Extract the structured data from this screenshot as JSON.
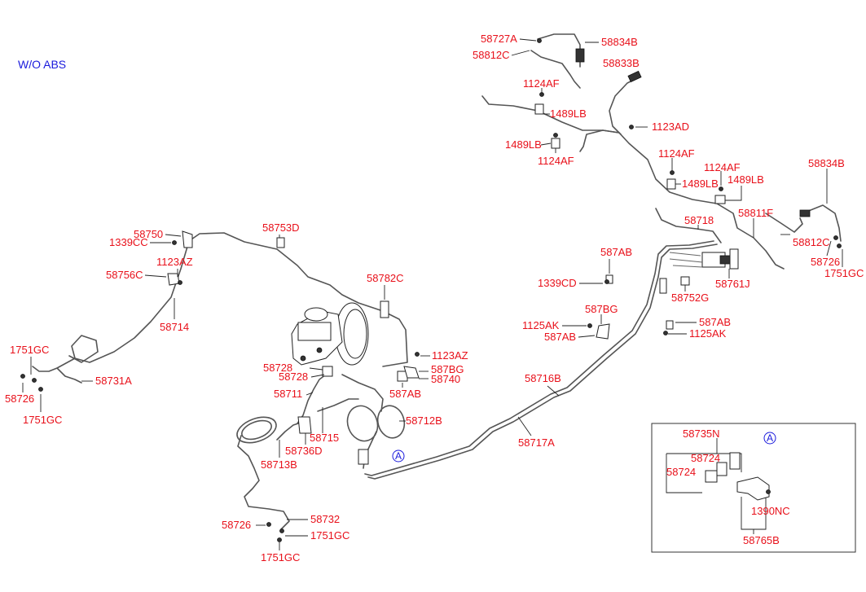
{
  "note": "W/O ABS",
  "circle_marker": "A",
  "labels": [
    {
      "id": "58727A_top",
      "text": "58727A"
    },
    {
      "id": "58834B_top",
      "text": "58834B"
    },
    {
      "id": "58812C_top",
      "text": "58812C"
    },
    {
      "id": "58833B",
      "text": "58833B"
    },
    {
      "id": "1124AF_a",
      "text": "1124AF"
    },
    {
      "id": "1489LB_a",
      "text": "1489LB"
    },
    {
      "id": "1123AD",
      "text": "1123AD"
    },
    {
      "id": "1489LB_b",
      "text": "1489LB"
    },
    {
      "id": "1124AF_b",
      "text": "1124AF"
    },
    {
      "id": "1124AF_c",
      "text": "1124AF"
    },
    {
      "id": "1489LB_c",
      "text": "1489LB"
    },
    {
      "id": "1124AF_d",
      "text": "1124AF"
    },
    {
      "id": "1489LB_d",
      "text": "1489LB"
    },
    {
      "id": "58834B_right",
      "text": "58834B"
    },
    {
      "id": "58811F",
      "text": "58811F"
    },
    {
      "id": "58718",
      "text": "58718"
    },
    {
      "id": "58812C_right",
      "text": "58812C"
    },
    {
      "id": "58726_right",
      "text": "58726"
    },
    {
      "id": "1751GC_right",
      "text": "1751GC"
    },
    {
      "id": "587AB_a",
      "text": "587AB"
    },
    {
      "id": "1339CD",
      "text": "1339CD"
    },
    {
      "id": "58752G",
      "text": "58752G"
    },
    {
      "id": "58761J",
      "text": "58761J"
    },
    {
      "id": "587BG_a",
      "text": "587BG"
    },
    {
      "id": "1125AK_a",
      "text": "1125AK"
    },
    {
      "id": "587AB_b",
      "text": "587AB"
    },
    {
      "id": "587AB_c",
      "text": "587AB"
    },
    {
      "id": "1125AK_b",
      "text": "1125AK"
    },
    {
      "id": "58750",
      "text": "58750"
    },
    {
      "id": "1339CC",
      "text": "1339CC"
    },
    {
      "id": "58753D",
      "text": "58753D"
    },
    {
      "id": "1123AZ_a",
      "text": "1123AZ"
    },
    {
      "id": "58756C",
      "text": "58756C"
    },
    {
      "id": "58714",
      "text": "58714"
    },
    {
      "id": "58782C",
      "text": "58782C"
    },
    {
      "id": "1751GC_a",
      "text": "1751GC"
    },
    {
      "id": "58731A",
      "text": "58731A"
    },
    {
      "id": "58726_a",
      "text": "58726"
    },
    {
      "id": "1751GC_b",
      "text": "1751GC"
    },
    {
      "id": "1123AZ_b",
      "text": "1123AZ"
    },
    {
      "id": "58728_a",
      "text": "58728"
    },
    {
      "id": "587BG_b",
      "text": "587BG"
    },
    {
      "id": "58728_b",
      "text": "58728"
    },
    {
      "id": "58740",
      "text": "58740"
    },
    {
      "id": "58711",
      "text": "58711"
    },
    {
      "id": "587AB_d",
      "text": "587AB"
    },
    {
      "id": "58716B",
      "text": "58716B"
    },
    {
      "id": "58712B",
      "text": "58712B"
    },
    {
      "id": "58715",
      "text": "58715"
    },
    {
      "id": "58717A",
      "text": "58717A"
    },
    {
      "id": "58736D",
      "text": "58736D"
    },
    {
      "id": "58713B",
      "text": "58713B"
    },
    {
      "id": "58726_b",
      "text": "58726"
    },
    {
      "id": "58732",
      "text": "58732"
    },
    {
      "id": "1751GC_c",
      "text": "1751GC"
    },
    {
      "id": "1751GC_d",
      "text": "1751GC"
    },
    {
      "id": "58735N",
      "text": "58735N"
    },
    {
      "id": "58724_a",
      "text": "58724"
    },
    {
      "id": "58724_b",
      "text": "58724"
    },
    {
      "id": "1390NC",
      "text": "1390NC"
    },
    {
      "id": "58765B",
      "text": "58765B"
    }
  ]
}
